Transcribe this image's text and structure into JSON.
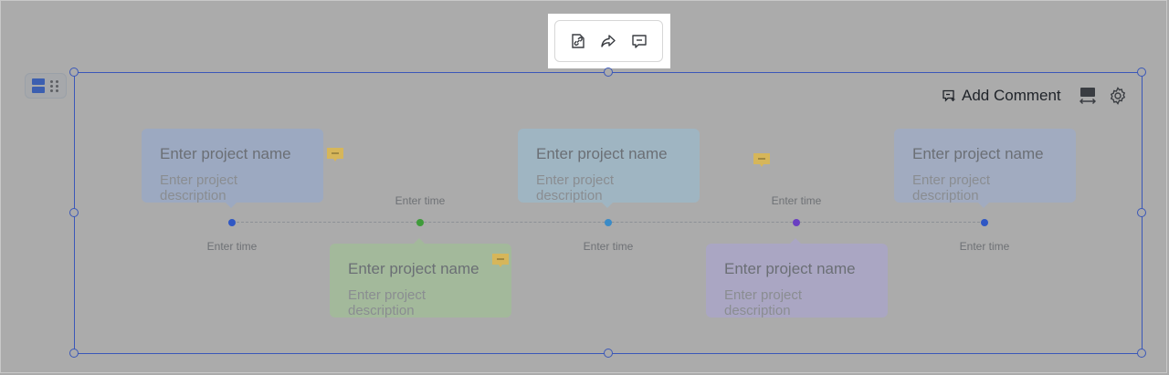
{
  "toolbar": {
    "buttons": [
      {
        "icon": "link-icon"
      },
      {
        "icon": "share-icon"
      },
      {
        "icon": "comment-icon"
      }
    ]
  },
  "actions": {
    "add_comment_label": "Add Comment",
    "width_icon": "expand-width-icon",
    "settings_icon": "gear-icon"
  },
  "cards": [
    {
      "name": "Enter project name",
      "description": "Enter project description",
      "time": "Enter time",
      "color": "#2f57c4"
    },
    {
      "name": "Enter project name",
      "description": "Enter project description",
      "time": "Enter time",
      "color": "#3f9b3a"
    },
    {
      "name": "Enter project name",
      "description": "Enter project description",
      "time": "Enter time",
      "color": "#3a8bc7"
    },
    {
      "name": "Enter project name",
      "description": "Enter project description",
      "time": "Enter time",
      "color": "#6a3fc2"
    },
    {
      "name": "Enter project name",
      "description": "Enter project description",
      "time": "Enter time",
      "color": "#2f57c4"
    }
  ],
  "comment_marker_color": "#d6b65a"
}
